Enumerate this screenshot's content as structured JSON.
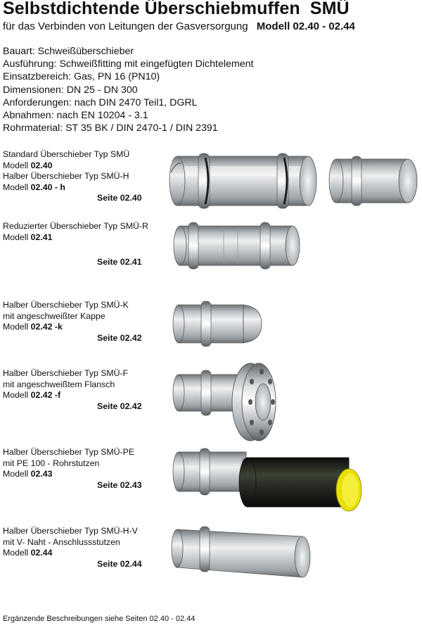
{
  "header": {
    "title": "Selbstdichtende Überschiebmuffen  SMÜ",
    "subtitle": "für das Verbinden von Leitungen der Gasversorgung",
    "model_range": "Modell 02.40 - 02.44"
  },
  "specs": [
    "Bauart: Schweißüberschieber",
    "Ausführung: Schweißfitting mit eingefügten Dichtelement",
    "Einsatzbereich: Gas, PN 16 (PN10)",
    "Dimensionen: DN 25 - DN 300",
    "Anforderungen: nach DIN 2470 Teil1, DGRL",
    "Abnahmen: nach EN 10204 - 3.1",
    "Rohrmaterial: ST 35 BK / DIN 2470-1 / DIN 2391"
  ],
  "entries": [
    {
      "line1": "Standard Überschieber Typ SMÜ",
      "model_prefix": "Modell ",
      "model": "02.40",
      "line3": "Halber Überschieber Typ SMÜ-H",
      "model2_prefix": "Modell ",
      "model2": "02.40 - h",
      "page": "Seite 02.40"
    },
    {
      "line1": "Reduzierter Überschieber Typ SMÜ-R",
      "model_prefix": "Modell ",
      "model": "02.41",
      "page": "Seite 02.41"
    },
    {
      "line1": "Halber Überschieber Typ SMÜ-K",
      "line2": "mit angeschweißter Kappe",
      "model_prefix": "Modell ",
      "model": "02.42 -k",
      "page": "Seite 02.42"
    },
    {
      "line1": "Halber Überschieber Typ SMÜ-F",
      "line2": "mit angeschweißtem Flansch",
      "model_prefix": "Modell ",
      "model": "02.42 -f",
      "page": "Seite 02.42"
    },
    {
      "line1": "Halber Überschieber Typ SMÜ-PE",
      "line2": "mit PE 100 - Rohrstutzen",
      "model_prefix": "Modell ",
      "model": "02.43",
      "page": "Seite 02.43"
    },
    {
      "line1": "Halber Überschieber Typ SMÜ-H-V",
      "line2": "mit V- Naht - Anschlussstutzen",
      "model_prefix": "Modell ",
      "model": "02.44",
      "page": "Seite 02.44"
    }
  ],
  "footer": "Ergänzende Beschreibungen siehe Seiten 02.40 - 02.44",
  "colors": {
    "steel": "#c4c8cc",
    "pe_pipe": "#222222",
    "pe_cap": "#e8e000"
  },
  "images": [
    "smu-standard-cutaway-image",
    "smu-h-half-image",
    "smu-r-reduced-image",
    "smu-k-cap-image",
    "smu-f-flange-image",
    "smu-pe-image",
    "smu-h-v-image"
  ]
}
